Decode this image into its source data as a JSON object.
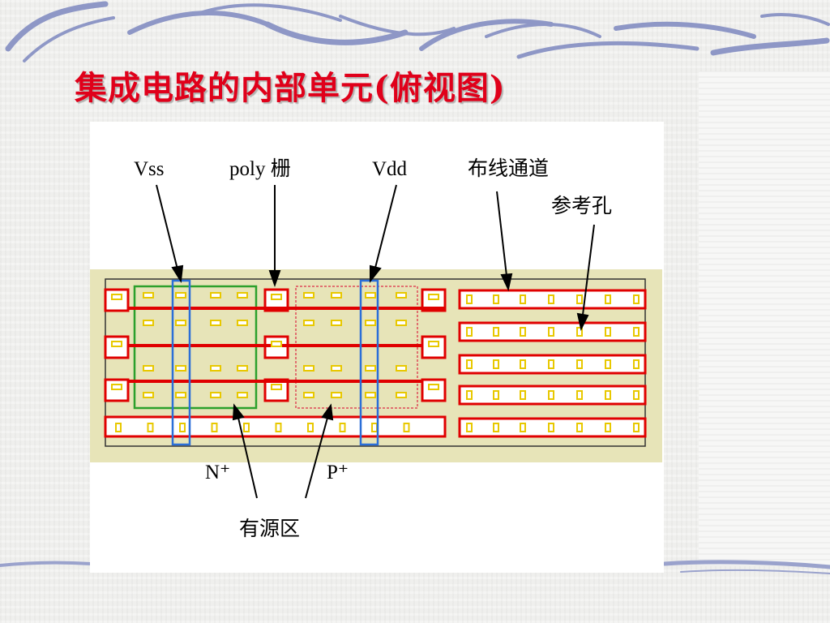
{
  "slide": {
    "title": "集成电路的内部单元(俯视图)"
  },
  "diagram": {
    "labels": {
      "vss": "Vss",
      "poly_gate": "poly 栅",
      "vdd": "Vdd",
      "routing_channel": "布线通道",
      "via": "参考孔",
      "n_plus": "N⁺",
      "p_plus": "P⁺",
      "active_region": "有源区"
    },
    "colors": {
      "substrate": "#e7e4b8",
      "poly": "#e00000",
      "contact": "#e8c800",
      "metal_rail": "#2b6fd8",
      "n_active": "#2ca02c",
      "p_active": "#e07070",
      "outline": "#333333",
      "title": "#e0001a"
    }
  }
}
